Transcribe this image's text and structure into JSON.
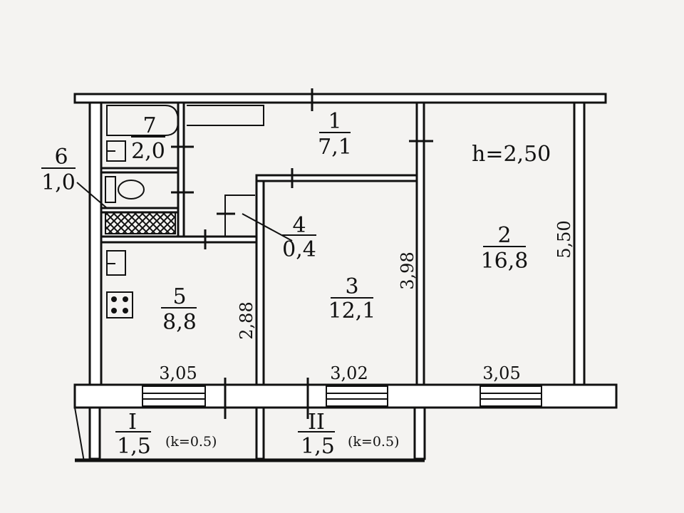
{
  "height_label": "h=2,50",
  "rooms": [
    {
      "id": "r1",
      "number": "1",
      "area": "7,1"
    },
    {
      "id": "r2",
      "number": "2",
      "area": "16,8"
    },
    {
      "id": "r3",
      "number": "3",
      "area": "12,1"
    },
    {
      "id": "r4",
      "number": "4",
      "area": "0,4"
    },
    {
      "id": "r5",
      "number": "5",
      "area": "8,8"
    },
    {
      "id": "r6",
      "number": "6",
      "area": "1,0"
    },
    {
      "id": "r7",
      "number": "7",
      "area": "2,0"
    }
  ],
  "balconies": [
    {
      "id": "b1",
      "number": "I",
      "area": "1,5",
      "coef": "(k=0.5)"
    },
    {
      "id": "b2",
      "number": "II",
      "area": "1,5",
      "coef": "(k=0.5)"
    }
  ],
  "dimensions": {
    "width_kitchen": "3,05",
    "width_room3": "3,02",
    "width_room2": "3,05",
    "depth_room2": "5,50",
    "depth_room3": "3,98",
    "depth_kitchen": "2,88"
  }
}
